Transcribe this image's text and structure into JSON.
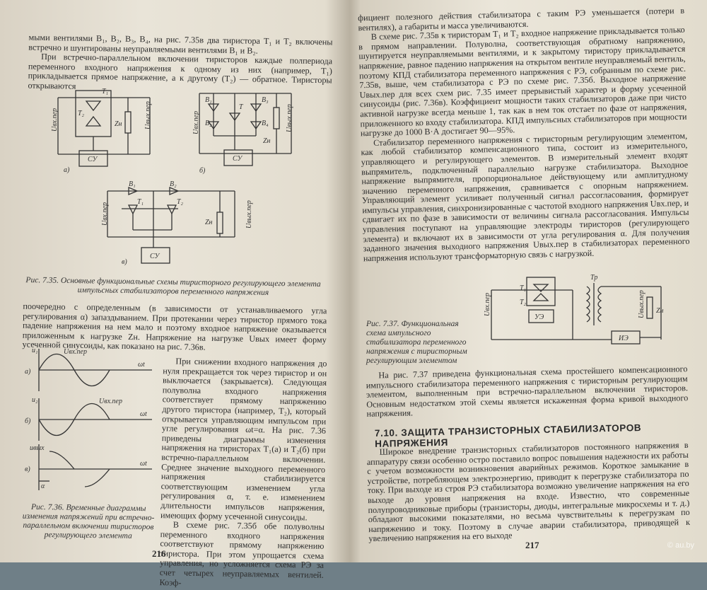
{
  "left_page": {
    "para1": "мыми вентилями B₁, B₂, B₃, B₄, на рис. 7.35в два тиристора T₁ и T₂ включены встречно и шунтированы неуправляемыми вентилями B₁ и B₂.",
    "para2": "При встречно-параллельном включении тиристоров каждые полпериода переменного входного напряжения к одному из них (например, T₁) прикладывается прямое напряжение, а к другому (T₂) — обратное. Тиристоры открываются",
    "fig735_caption": "Рис. 7.35. Основные функциональные схемы тиристорного регулирующего элемента импульсных стабилизаторов переменного напряжения",
    "para3": "поочередно с определенным (в зависимости от устанавливаемого угла регулирования α) запаздыванием. При протекании через тиристор прямого тока падение напряжения на нем мало и поэтому входное напряжение оказывается приложенным к нагрузке Zн. Напряжение на нагрузке Uвых имеет форму усеченной синусоиды, как показано на рис. 7.36в.",
    "para4": "При снижении входного напряжения до нуля прекращается ток через тиристор и он выключается (закрывается). Следующая полуволна входного напряжения соответствует прямому напряжению другого тиристора (например, T₂), который открывается управляющим импульсом при угле регулирования ωt=α. На рис. 7.36 приведены диаграммы изменения напряжения на тиристорах T₁(а) и T₂(б) при встречно-параллельном включении. Среднее значение выходного переменного напряжения стабилизируется соответствующим изменением угла регулирования α, т. е. изменением длительности импульсов напряжения, имеющих форму усеченной синусоиды.",
    "para5": "В схеме рис. 7.35б обе полуволны переменного входного напряжения соответствуют прямому напряжению тиристора. При этом упрощается схема управления, но усложняется схема РЭ за счет четырех неуправляемых вентилей. Коэф-",
    "fig736_caption": "Рис. 7.36. Временные диаграммы изменения напряжений при встречно-параллельном включении тиристоров регулирующего элемента",
    "page_number": "216"
  },
  "right_page": {
    "para1": "фициент полезного действия стабилизатора с таким РЭ уменьшается (потери в вентилях), а габариты и масса увеличиваются.",
    "para2": "В схеме рис. 7.35в к тиристорам T₁ и T₂ входное напряжение прикладывается только в прямом направлении. Полуволна, соответствующая обратному напряжению, шунтируется неуправляемыми вентилями, и к закрытому тиристору прикладывается напряжение, равное падению напряжения на открытом вентиле неуправляемый вентиль, поэтому КПД стабилизатора переменного напряжения с РЭ, собранным по схеме рис. 7.35в, выше, чем стабилизатора с РЭ по схеме рис. 7.35б. Выходное напряжение Uвых.пер для всех схем рис. 7.35 имеет прерывистый характер и форму усеченной синусоиды (рис. 7.36в). Коэффициент мощности таких стабилизаторов даже при чисто активной нагрузке всегда меньше 1, так как в нем ток отстает по фазе от напряжения, приложенного ко входу стабилизатора. КПД импульсных стабилизаторов при мощности нагрузке до 1000 В·А достигает 90—95%.",
    "para3": "Стабилизатор переменного напряжения с тиристорным регулирующим элементом, как любой стабилизатор компенсационного типа, состоит из измерительного, управляющего и регулирующего элементов. В измерительный элемент входят выпрямитель, подключенный параллельно нагрузке стабилизатора. Выходное напряжение выпрямителя, пропорциональное действующему или амплитудному значению переменного напряжения, сравнивается с опорным напряжением. Управляющий элемент усиливает полученный сигнал рассогласования, формирует импульсы управления, синхронизированные с частотой входного напряжения Uвх.пер, и сдвигает их по фазе в зависимости от величины сигнала рассогласования. Импульсы управления поступают на управляющие электроды тиристоров (регулирующего элемента) и включают их в зависимости от угла регулирования α. Для получения заданного значения выходного напряжения Uвых.пер в стабилизаторах переменного напряжения используют трансформаторную связь с нагрузкой.",
    "fig737_caption": "Рис. 7.37. Функциональная схема импульсного стабилизатора переменного напряжения с тиристорным регулирующим элементом",
    "para4": "На рис. 7.37 приведена функциональная схема простейшего компенсационного импульсного стабилизатора переменного напряжения с тиристорным регулирующим элементом, выполненным при встречно-параллельном включении тиристоров. Основным недостатком этой схемы является искаженная форма кривой выходного напряжения.",
    "section_heading": "7.10. ЗАЩИТА ТРАНЗИСТОРНЫХ СТАБИЛИЗАТОРОВ НАПРЯЖЕНИЯ",
    "para5": "Широкое внедрение транзисторных стабилизаторов постоянного напряжения в аппаратуру связи особенно остро поставило вопрос повышения надежности их работы с учетом возможности возникновения аварийных режимов. Короткое замыкание в устройстве, потребляющем электроэнергию, приводит к перегрузке стабилизатора по току. При выходе из строя РЭ стабилизатора возможно увеличение напряжения на его выходе до уровня напряжения на входе. Известно, что современные полупроводниковые приборы (транзисторы, диоды, интегральные микросхемы и т. д.) обладают высокими показателями, но весьма чувствительны к перегрузкам по напряжению и току. Поэтому в случае аварии стабилизатора, приводящей к увеличению напряжения на его выходе",
    "page_number": "217"
  },
  "figures": {
    "fig735a": {
      "label": "а)",
      "in": "Uвх.пер",
      "out": "Uвых.пер",
      "t1": "T₁",
      "t2": "T₂",
      "load": "Zн",
      "cu": "СУ"
    },
    "fig735b": {
      "label": "б)",
      "in": "Uвх.пер",
      "out": "Uвых.пер",
      "b1": "B₁",
      "b2": "B₂",
      "b3": "B₃",
      "b4": "B₄",
      "t": "T",
      "load": "Zн",
      "cu": "СУ"
    },
    "fig735v": {
      "label": "в)",
      "in": "Uвх.пер",
      "out": "Uвых.пер",
      "b1": "B₁",
      "b2": "B₂",
      "t1": "T₁",
      "t2": "T₂",
      "load": "Zн",
      "cu": "СУ"
    },
    "fig736": {
      "a": "а)",
      "b": "б)",
      "v": "в)",
      "u1": "u₁",
      "u2": "u₂",
      "uout": "uвых",
      "uvx1": "Uвх.пер",
      "uvx2": "Uвх.пер",
      "wt": "ωt",
      "alpha": "α"
    },
    "fig737": {
      "in": "Uвх.пер",
      "out": "Uвых.пер",
      "t1": "T₁",
      "t2": "T₂",
      "tr": "Тр",
      "ue": "УЭ",
      "ie": "ИЭ",
      "load": "Zн"
    }
  },
  "watermark": "© au.by"
}
